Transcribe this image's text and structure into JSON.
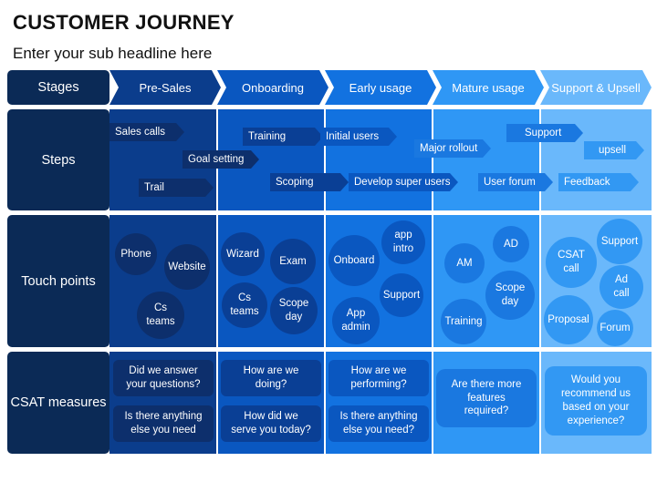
{
  "title": "CUSTOMER JOURNEY",
  "subtitle": "Enter your sub headline here",
  "row_labels": {
    "stages": "Stages",
    "steps": "Steps",
    "touch_points": "Touch points",
    "csat": "CSAT measures"
  },
  "stages": [
    "Pre-Sales",
    "Onboarding",
    "Early usage",
    "Mature usage",
    "Support  & Upsell"
  ],
  "colors": {
    "navy": "#0b2a56",
    "col1_bg": "#0b3d8c",
    "col1_item": "#0d2f6c",
    "col2_bg": "#0a57c0",
    "col2_item": "#0a3f95",
    "col3_bg": "#1272e0",
    "col3_item": "#0a57c0",
    "col4_bg": "#2f97f5",
    "col4_item": "#1a78e0",
    "col5_bg": "#6ab8fb",
    "col5_item": "#3298f3"
  },
  "steps": {
    "sales_calls": "Sales calls",
    "goal_setting": "Goal setting",
    "trail": "Trail",
    "training": "Training",
    "scoping": "Scoping",
    "initial_users": "Initial users",
    "develop_super_users": "Develop super users",
    "major_rollout": "Major rollout",
    "user_forum": "User forum",
    "support": "Support",
    "upsell": "upsell",
    "feedback": "Feedback"
  },
  "touch_points": {
    "phone": "Phone",
    "website": "Website",
    "cs_teams_1": "Cs teams",
    "wizard": "Wizard",
    "exam": "Exam",
    "cs_teams_2": "Cs teams",
    "scope_day_1": "Scope day",
    "app_intro": "app intro",
    "onboard": "Onboard",
    "support_1": "Support",
    "app_admin": "App admin",
    "ad_1": "AD",
    "am": "AM",
    "scope_day_2": "Scope day",
    "training": "Training",
    "csat_call": "CSAT call",
    "support_2": "Support",
    "ad_call": "Ad call",
    "proposal": "Proposal",
    "forum": "Forum"
  },
  "csat": {
    "q1": "Did we answer your questions?",
    "q2": "Is there anything else you need",
    "q3": "How are we doing?",
    "q4": "How did we serve you today?",
    "q5": "How are we performing?",
    "q6": "Is there anything else you need?",
    "q7": "Are there more features required?",
    "q8": "Would you recommend us based on your experience?"
  }
}
